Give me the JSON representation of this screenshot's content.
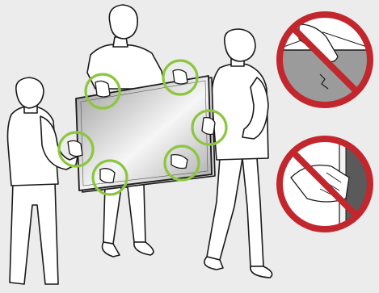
{
  "illustration": {
    "background": "#ececec",
    "outline_color": "#1a1a1a",
    "body_fill": "#ffffff",
    "grip_ring_color": "#8cc63f",
    "prohibition_color": "#c1272d",
    "people": [
      "person-left",
      "person-center",
      "person-right"
    ],
    "grip_points": [
      "grip-top-left",
      "grip-top-right",
      "grip-right-side",
      "grip-left-side",
      "grip-bottom-left",
      "grip-bottom-right"
    ],
    "warnings": [
      "no-touching-screen",
      "no-gripping-panel-edge"
    ]
  }
}
